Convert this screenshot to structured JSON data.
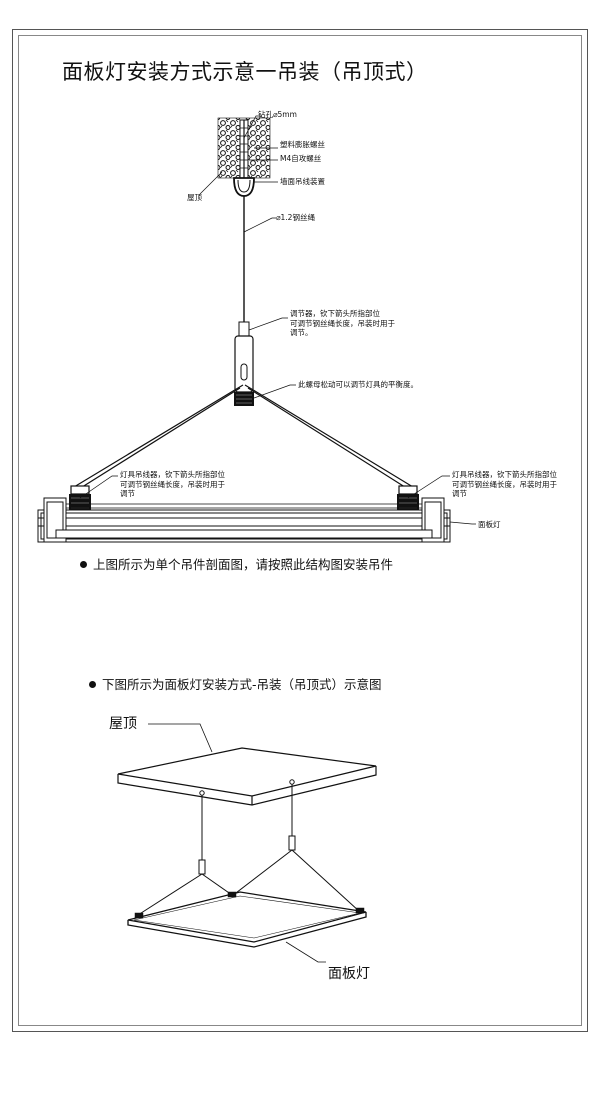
{
  "title": "面板灯安装方式示意一吊装（吊顶式）",
  "section_view": {
    "labels": {
      "drill": "钻孔⌀5mm",
      "anchor": "塑料膨胀螺丝",
      "screw": "M4自攻螺丝",
      "ceiling_fixture": "墙面吊线装置",
      "roof": "屋顶",
      "wire": "⌀1.2钢丝绳",
      "adjuster": [
        "调节器，钦下箭头所指部位",
        "可调节钢丝绳长度，吊装时用于",
        "调节。"
      ],
      "nut": "此螺母松动可以调节灯具的平衡度。",
      "lamp_hanger_left": [
        "灯具吊线器，钦下箭头所指部位",
        "可调节钢丝绳长度，吊装时用于",
        "调节"
      ],
      "lamp_hanger_right": [
        "灯具吊线器，钦下箭头所指部位",
        "可调节钢丝绳长度，吊装时用于",
        "调节"
      ],
      "panel": "面板灯"
    },
    "note": "上图所示为单个吊件剖面图，请按照此结构图安装吊件"
  },
  "perspective_view": {
    "note": "下图所示为面板灯安装方式-吊装（吊顶式）示意图",
    "roof": "屋顶",
    "panel": "面板灯"
  }
}
